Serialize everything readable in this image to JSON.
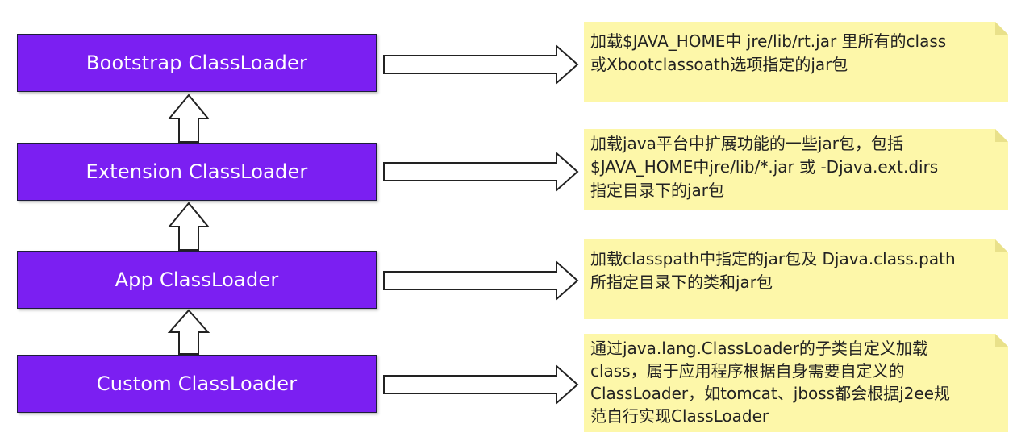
{
  "colors": {
    "loader_fill": "#7b1ff2",
    "note_fill": "#fdf7a9",
    "arrow_stroke": "#222222"
  },
  "loaders": [
    {
      "label": "Bootstrap ClassLoader"
    },
    {
      "label": "Extension ClassLoader"
    },
    {
      "label": "App ClassLoader"
    },
    {
      "label": "Custom ClassLoader"
    }
  ],
  "notes": [
    {
      "lines": [
        "加载$JAVA_HOME中 jre/lib/rt.jar 里所有的class",
        "或Xbootclassoath选项指定的jar包"
      ]
    },
    {
      "lines": [
        "加载java平台中扩展功能的一些jar包，包括",
        "$JAVA_HOME中jre/lib/*.jar 或 -Djava.ext.dirs",
        "指定目录下的jar包"
      ]
    },
    {
      "lines": [
        "加载classpath中指定的jar包及 Djava.class.path",
        "所指定目录下的类和jar包"
      ]
    },
    {
      "lines": [
        "通过java.lang.ClassLoader的子类自定义加载",
        "class，属于应用程序根据自身需要自定义的",
        "ClassLoader，如tomcat、jboss都会根据j2ee规",
        "范自行实现ClassLoader"
      ]
    }
  ]
}
